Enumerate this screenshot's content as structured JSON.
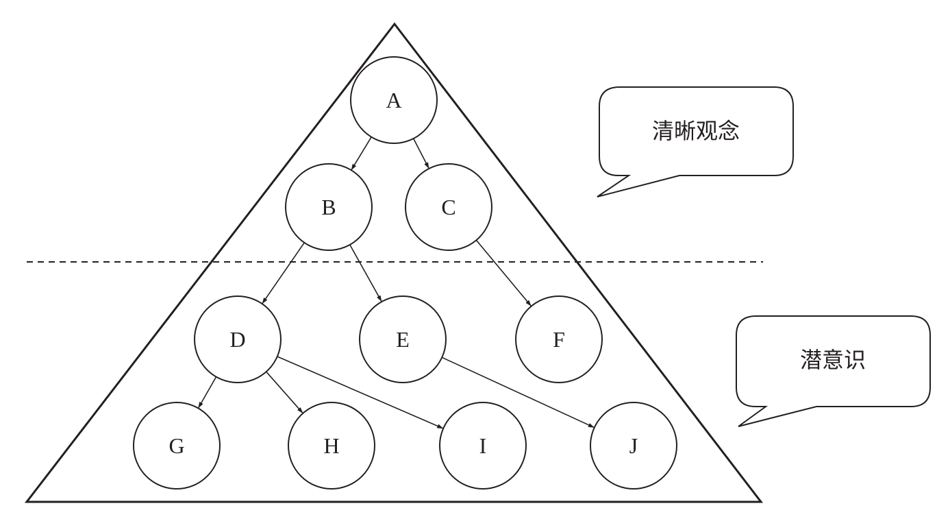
{
  "nodes": {
    "A": "A",
    "B": "B",
    "C": "C",
    "D": "D",
    "E": "E",
    "F": "F",
    "G": "G",
    "H": "H",
    "I": "I",
    "J": "J"
  },
  "edges": [
    [
      "A",
      "B"
    ],
    [
      "A",
      "C"
    ],
    [
      "B",
      "D"
    ],
    [
      "B",
      "E"
    ],
    [
      "C",
      "F"
    ],
    [
      "D",
      "G"
    ],
    [
      "D",
      "H"
    ],
    [
      "D",
      "I"
    ],
    [
      "E",
      "J"
    ]
  ],
  "callouts": {
    "conscious": "清晰观念",
    "subconscious": "潜意识"
  },
  "colors": {
    "ink": "#231f20",
    "background": "#ffffff"
  }
}
